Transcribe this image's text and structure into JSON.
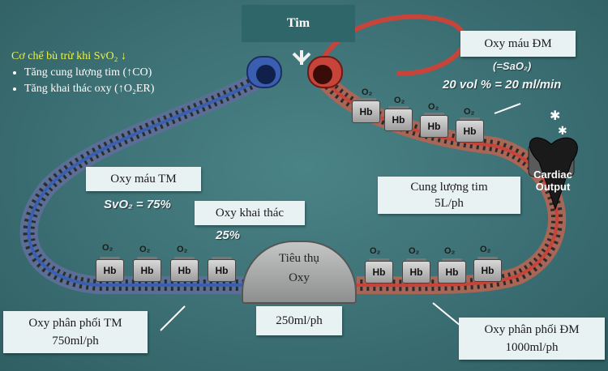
{
  "heart": {
    "label": "Tim"
  },
  "mechanism": {
    "title": "Cơ chế bù trừ khi SvO₂ ↓",
    "items": [
      "Tăng cung lượng tim (↑CO)",
      "Tăng khai thác oxy (↑O₂ER)"
    ]
  },
  "arterial": {
    "label": "Oxy máu ĐM",
    "sao2": "(=SaO₂)",
    "content": "20 vol % = 20 ml/min"
  },
  "venous": {
    "label": "Oxy máu TM",
    "svo2": "SvO₂ = 75%"
  },
  "extraction": {
    "label": "Oxy khai thác",
    "value": "25%"
  },
  "cardiac_output": {
    "label": "Cung lượng tim",
    "value": "5L/ph"
  },
  "engine": {
    "line1": "Cardiac",
    "line2": "Output"
  },
  "consumption": {
    "line1": "Tiêu thụ",
    "line2": "Oxy",
    "value": "250ml/ph"
  },
  "venous_delivery": {
    "label": "Oxy phân phối TM",
    "value": "750ml/ph"
  },
  "arterial_delivery": {
    "label": "Oxy phân phối ĐM",
    "value": "1000ml/ph"
  },
  "cars": {
    "hb": "Hb",
    "o2": "O₂"
  },
  "colors": {
    "arterial": "#c7443a",
    "venous": "#3b5fb0",
    "background": "#3c7074"
  }
}
